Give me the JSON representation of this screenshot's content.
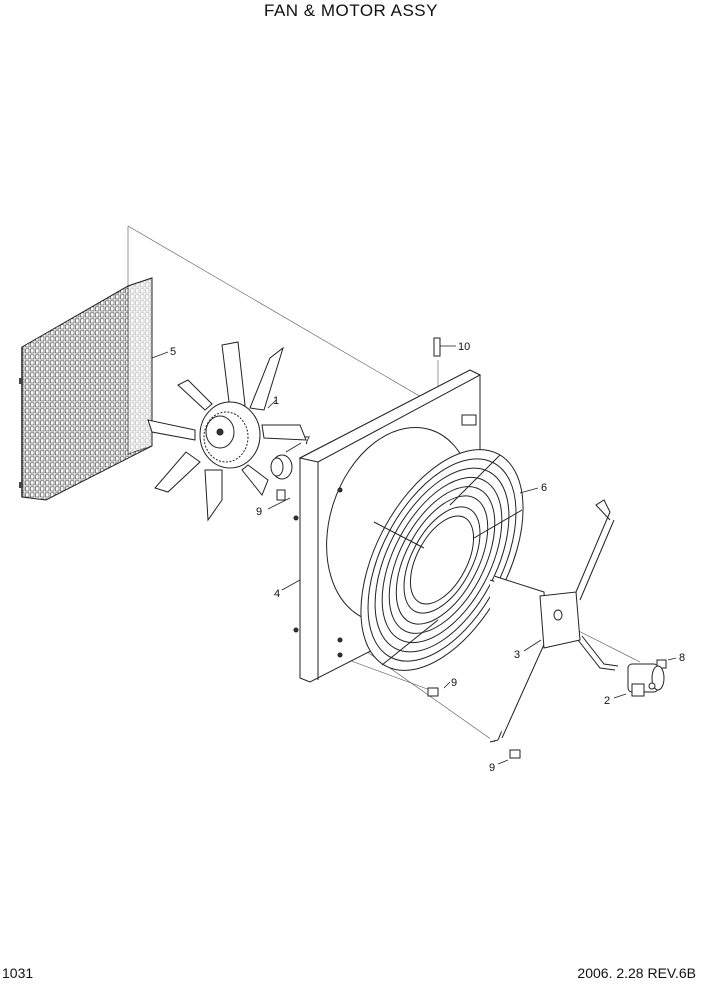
{
  "diagram": {
    "title": "FAN & MOTOR ASSY",
    "page_number": "1031",
    "revision": "2006. 2.28  REV.6B"
  },
  "callouts": [
    {
      "id": "fan",
      "label": "1"
    },
    {
      "id": "motor",
      "label": "2"
    },
    {
      "id": "bracket",
      "label": "3"
    },
    {
      "id": "shroud",
      "label": "4"
    },
    {
      "id": "guard",
      "label": "5"
    },
    {
      "id": "fan-guard",
      "label": "6"
    },
    {
      "id": "hub",
      "label": "7"
    },
    {
      "id": "motor-bolt",
      "label": "8"
    },
    {
      "id": "bolt-hub",
      "label": "9"
    },
    {
      "id": "bolt-shroud",
      "label": "9"
    },
    {
      "id": "bolt-bracket",
      "label": "9"
    },
    {
      "id": "top-bolt",
      "label": "10"
    }
  ]
}
